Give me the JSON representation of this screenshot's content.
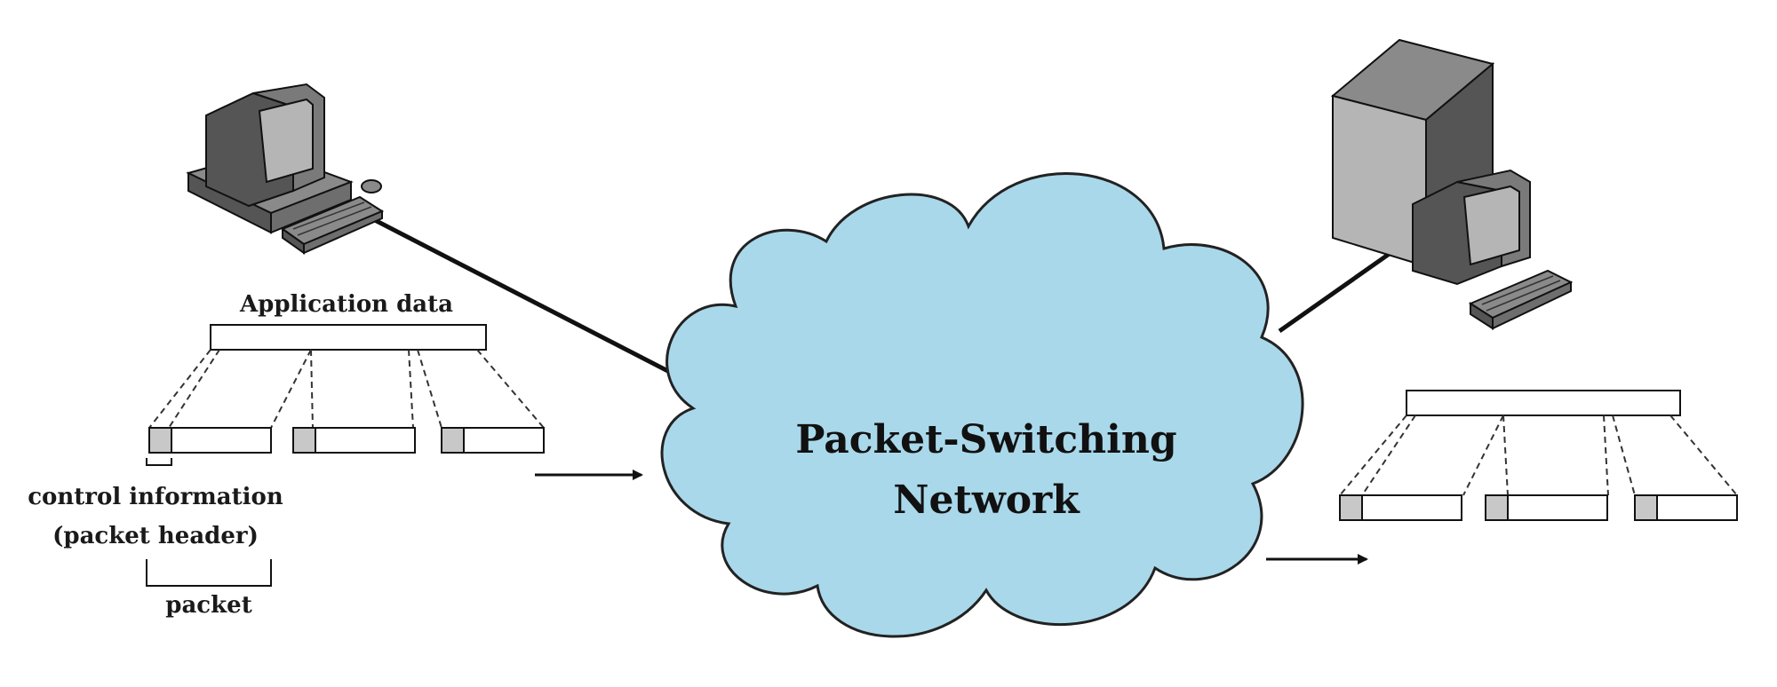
{
  "cloud": {
    "line1": "Packet-Switching",
    "line2": "Network",
    "fill": "#a9d8ea",
    "stroke": "#222222"
  },
  "labels": {
    "application_data": "Application data",
    "control_information": "control information",
    "packet_header": "(packet header)",
    "packet": "packet"
  },
  "colors": {
    "header_fill": "#c8c8c8",
    "box_fill": "#ffffff",
    "line": "#111111",
    "computer_dark": "#555555",
    "computer_mid": "#8a8a8a",
    "computer_light": "#b5b5b5"
  },
  "icons": {
    "sender": "desktop-computer-icon",
    "receiver": "server-computer-icon"
  }
}
